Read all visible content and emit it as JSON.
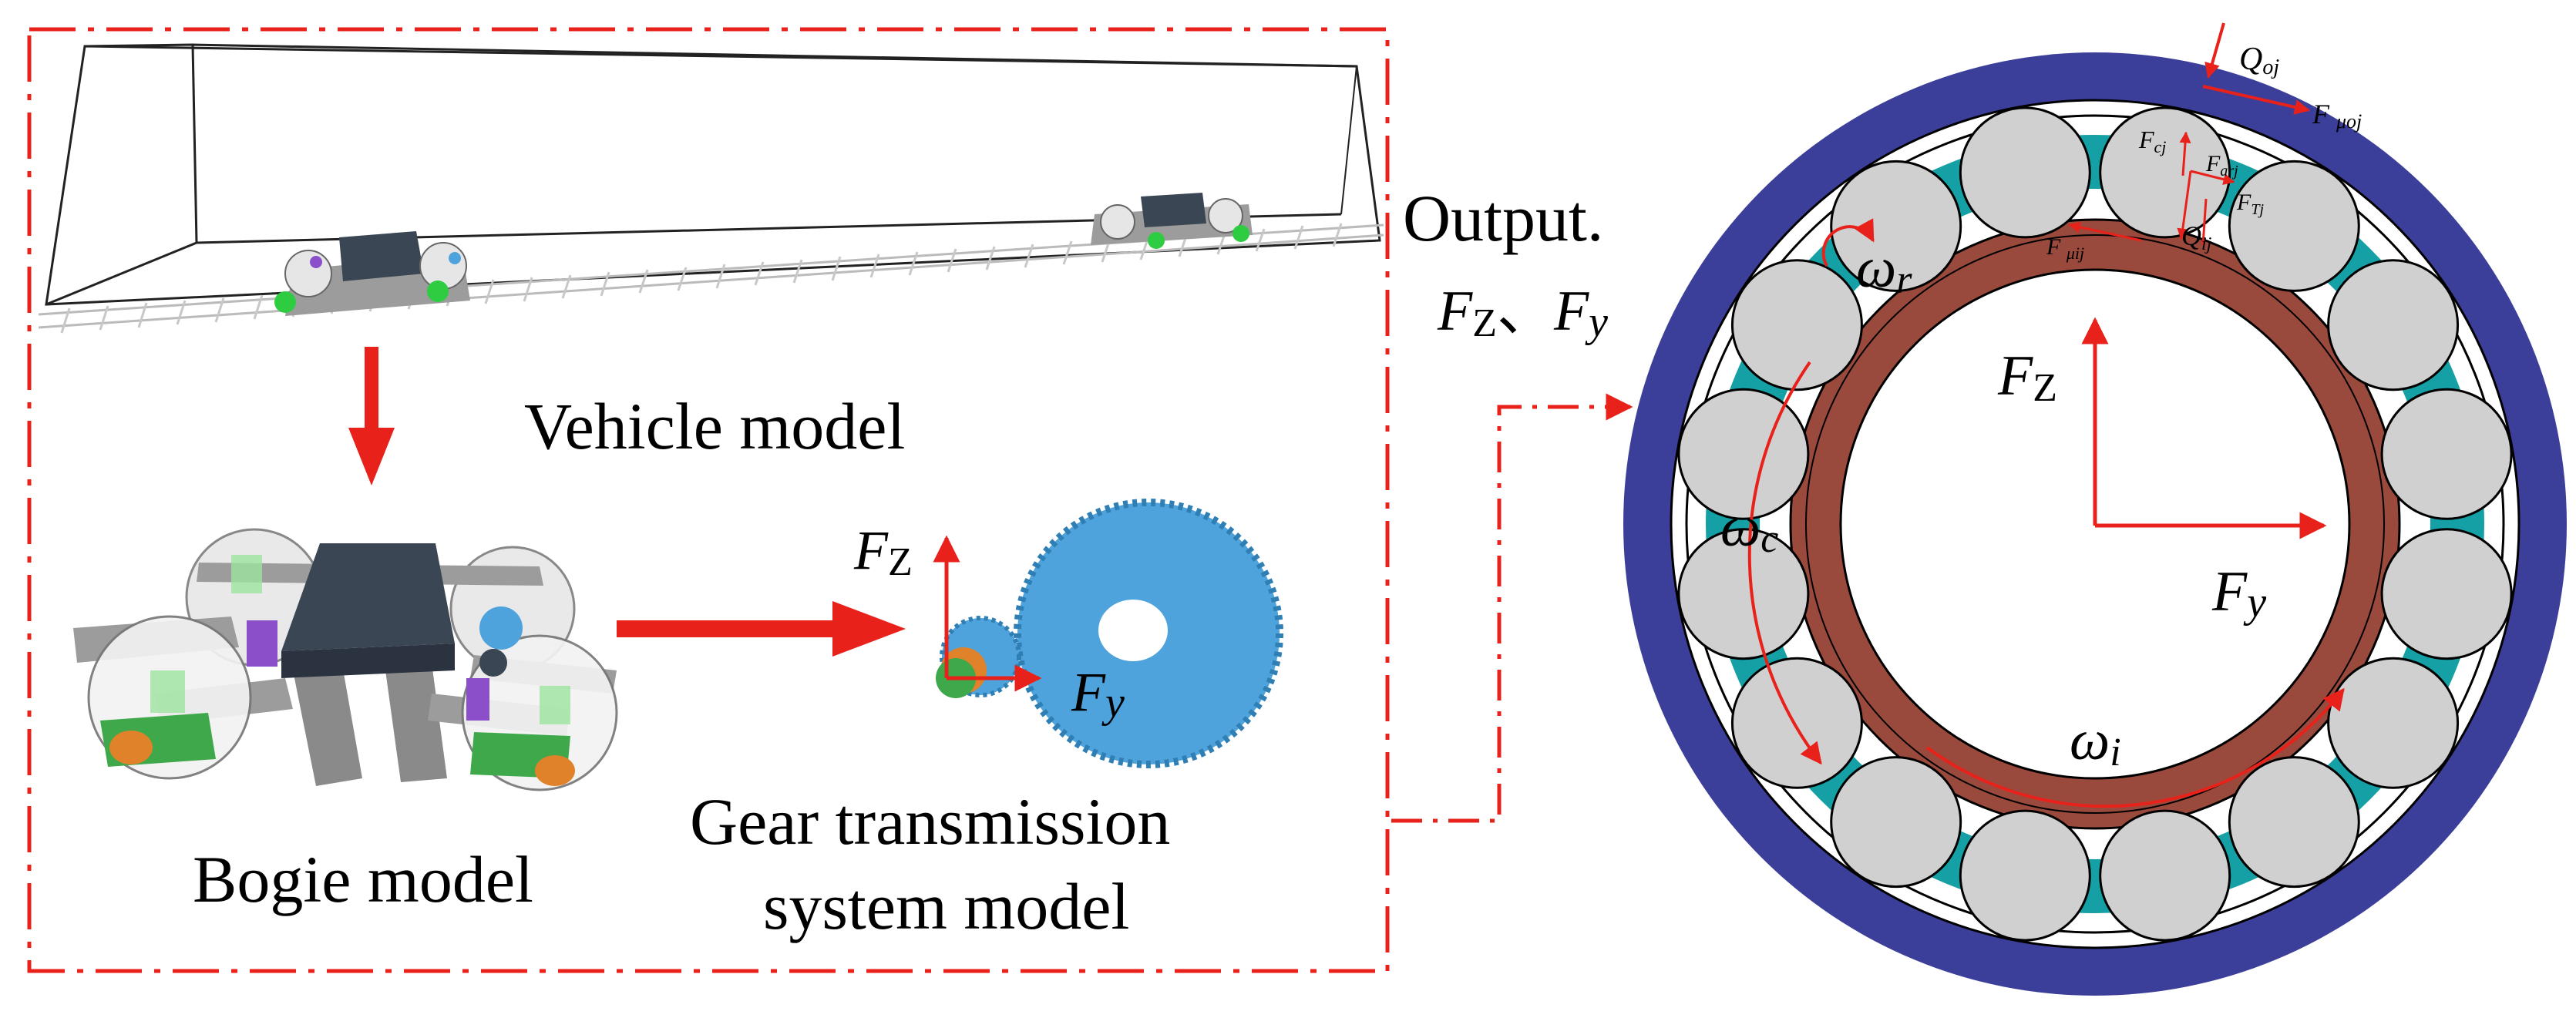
{
  "colors": {
    "dashed_frame": "#e8211b",
    "arrow": "#e8211b",
    "outer_ring": "#3c3f9a",
    "inner_ring": "#9a4a3c",
    "cage": "#14a0a4",
    "roller": "#d0d0d0",
    "gear": "#4fa3dc",
    "bogie_frame": "#9c9c9c",
    "bogie_body": "#3b4654",
    "axle_box": "#3fa84a"
  },
  "labels": {
    "vehicle_model": "Vehicle model",
    "bogie_model": "Bogie model",
    "gear_model_line1": "Gear transmission",
    "gear_model_line2": "system model",
    "output": "Output.",
    "output_forces": "FZ、Fy",
    "gear_fz": "FZ",
    "gear_fy": "Fy",
    "bearing_fz": "FZ",
    "bearing_fy": "Fy",
    "omega_r": "ωr",
    "omega_c": "ωc",
    "omega_i": "ωi",
    "q_oj": "Qoj",
    "f_uoj": "F μoj",
    "f_cj": "Fcj",
    "f_arj": "Farj",
    "f_tj": "FTj",
    "q_ij": "Qij",
    "f_uij": "F μij"
  },
  "icons": {
    "vehicle": "railway-vehicle-wireframe",
    "bogie": "bogie-3d-model",
    "gear": "gear-pair",
    "bearing": "cylindrical-roller-bearing"
  }
}
